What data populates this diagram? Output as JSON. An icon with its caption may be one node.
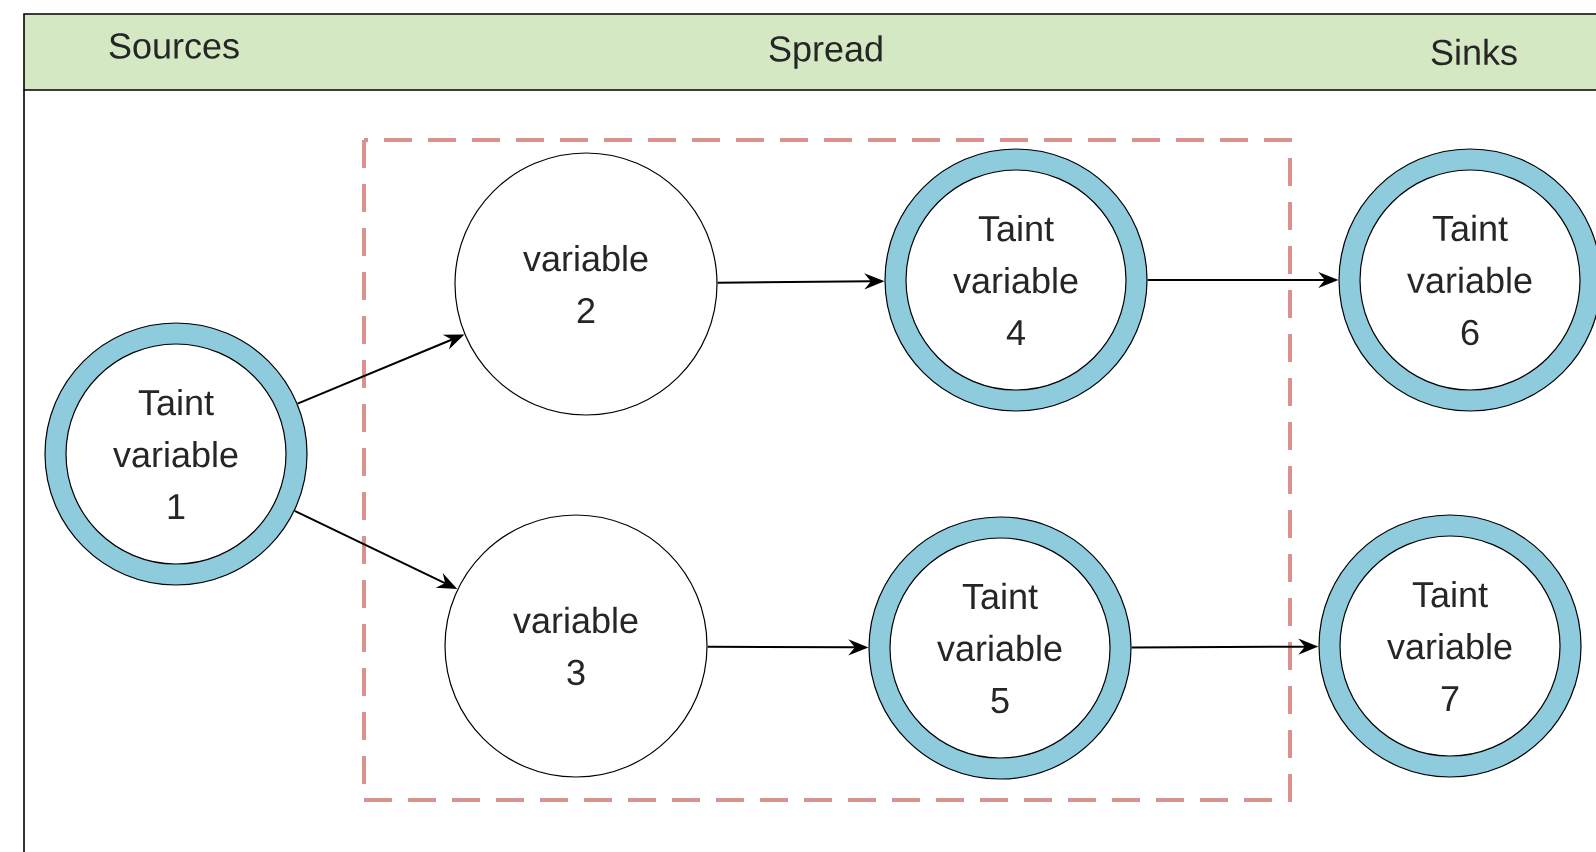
{
  "diagram": {
    "nodes": [
      {
        "text": [
          "Taint variable 1"
        ]
      },
      {
        "text": [
          "variable 2"
        ]
      },
      {
        "text": [
          "variable 3"
        ]
      },
      {
        "text": [
          "Taint variable 4"
        ]
      },
      {
        "text": [
          "Taint variable 5"
        ]
      },
      {
        "text": [
          "Taint variable 6"
        ]
      },
      {
        "text": [
          "Taint variable 7"
        ]
      }
    ],
    "edges": [
      {
        "from": 0,
        "to": 1,
        "arrow": "to"
      },
      {
        "from": 0,
        "to": 2,
        "arrow": "to"
      },
      {
        "from": 1,
        "to": 3,
        "arrow": "to"
      },
      {
        "from": 2,
        "to": 4,
        "arrow": "to"
      },
      {
        "from": 3,
        "to": 5,
        "arrow": "to"
      },
      {
        "from": 4,
        "to": 6,
        "arrow": "to"
      }
    ],
    "labels": [
      "Sources",
      "Spread",
      "Sinks"
    ]
  }
}
